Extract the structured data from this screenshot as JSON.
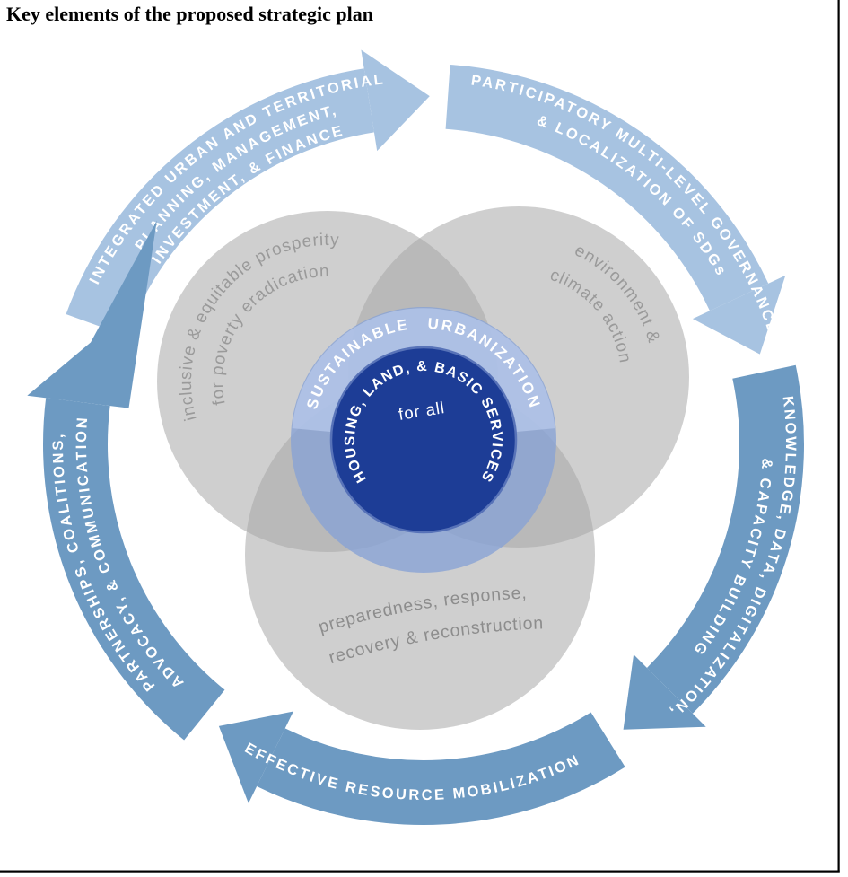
{
  "title": "Key elements of the proposed strategic plan",
  "diagram": {
    "core": {
      "ring_label": "SUSTAINABLE URBANIZATION",
      "center_label": "HOUSING, LAND, & BASIC SERVICES",
      "center_sublabel": "for all"
    },
    "venn": [
      {
        "line1": "inclusive & equitable prosperity",
        "line2": "for poverty eradication"
      },
      {
        "line1": "environment &",
        "line2": "climate action"
      },
      {
        "line1": "preparedness, response,",
        "line2": "recovery & reconstruction"
      }
    ],
    "arrows": [
      {
        "name": "integrated-urban-planning",
        "lines": [
          "INTEGRATED URBAN AND TERRITORIAL",
          "PLANNING, MANAGEMENT,",
          "INVESTMENT, & FINANCE"
        ]
      },
      {
        "name": "participatory-governance",
        "lines": [
          "PARTICIPATORY MULTI-LEVEL GOVERNANCE",
          "& LOCALIZATION OF SDGs"
        ]
      },
      {
        "name": "knowledge-data",
        "lines": [
          "KNOWLEDGE, DATA, DIGITALIZATION,",
          "& CAPACITY BUILDING"
        ]
      },
      {
        "name": "resource-mobilization",
        "lines": [
          "EFFECTIVE RESOURCE MOBILIZATION"
        ]
      },
      {
        "name": "partnerships",
        "lines": [
          "PARTNERSHIPS, COALITIONS,",
          "ADVOCACY, & COMMUNICATION"
        ]
      }
    ],
    "colors": {
      "arrow_light": "#a7c3e1",
      "arrow_dark": "#6d9ac2",
      "venn_gray": "#a8a8a8",
      "venn_text_gray": "#9a9a9a",
      "venn_text_dark_gray": "#8d8d8d",
      "core_ring": "#8aa3d4",
      "core_ring_highlight": "#b9cbec",
      "core_navy": "#1d3d96",
      "label_white": "#ffffff",
      "border_black": "#000000"
    }
  }
}
